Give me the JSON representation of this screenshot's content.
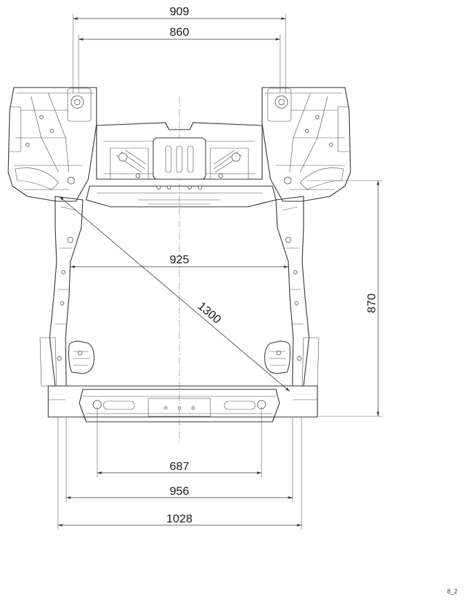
{
  "dimensions": {
    "top_outer": "909",
    "top_inner": "860",
    "middle_width": "925",
    "diagonal": "1300",
    "length": "870",
    "bottom_687": "687",
    "bottom_956": "956",
    "bottom_1028": "1028"
  },
  "figure_ref": "8_2",
  "colors": {
    "line": "#2a2a2a",
    "background": "#ffffff"
  }
}
